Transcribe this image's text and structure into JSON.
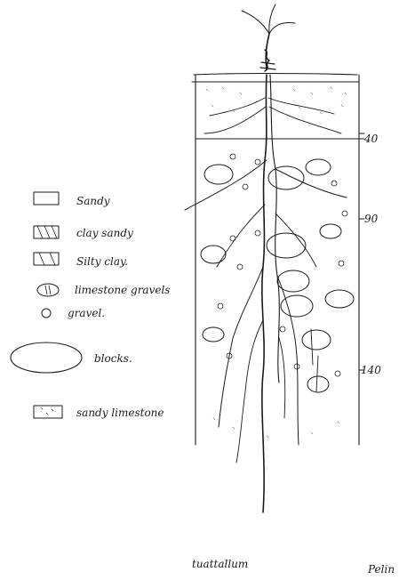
{
  "legend": [
    {
      "id": "sandy",
      "label": "Sandy"
    },
    {
      "id": "clay-sandy",
      "label": "clay sandy"
    },
    {
      "id": "silty-clay",
      "label": "Silty clay."
    },
    {
      "id": "limestone-gravels",
      "label": "limestone gravels"
    },
    {
      "id": "gravel",
      "label": "gravel."
    },
    {
      "id": "blocks",
      "label": "blocks."
    },
    {
      "id": "sandy-limestone",
      "label": "sandy limestone"
    }
  ],
  "depth_marks": [
    "40",
    "90",
    "140"
  ],
  "footer": {
    "plant_name": "tuattallum",
    "signature": "Pelin"
  },
  "colors": {
    "ink": "#1a1a1a",
    "paper": "#ffffff"
  }
}
